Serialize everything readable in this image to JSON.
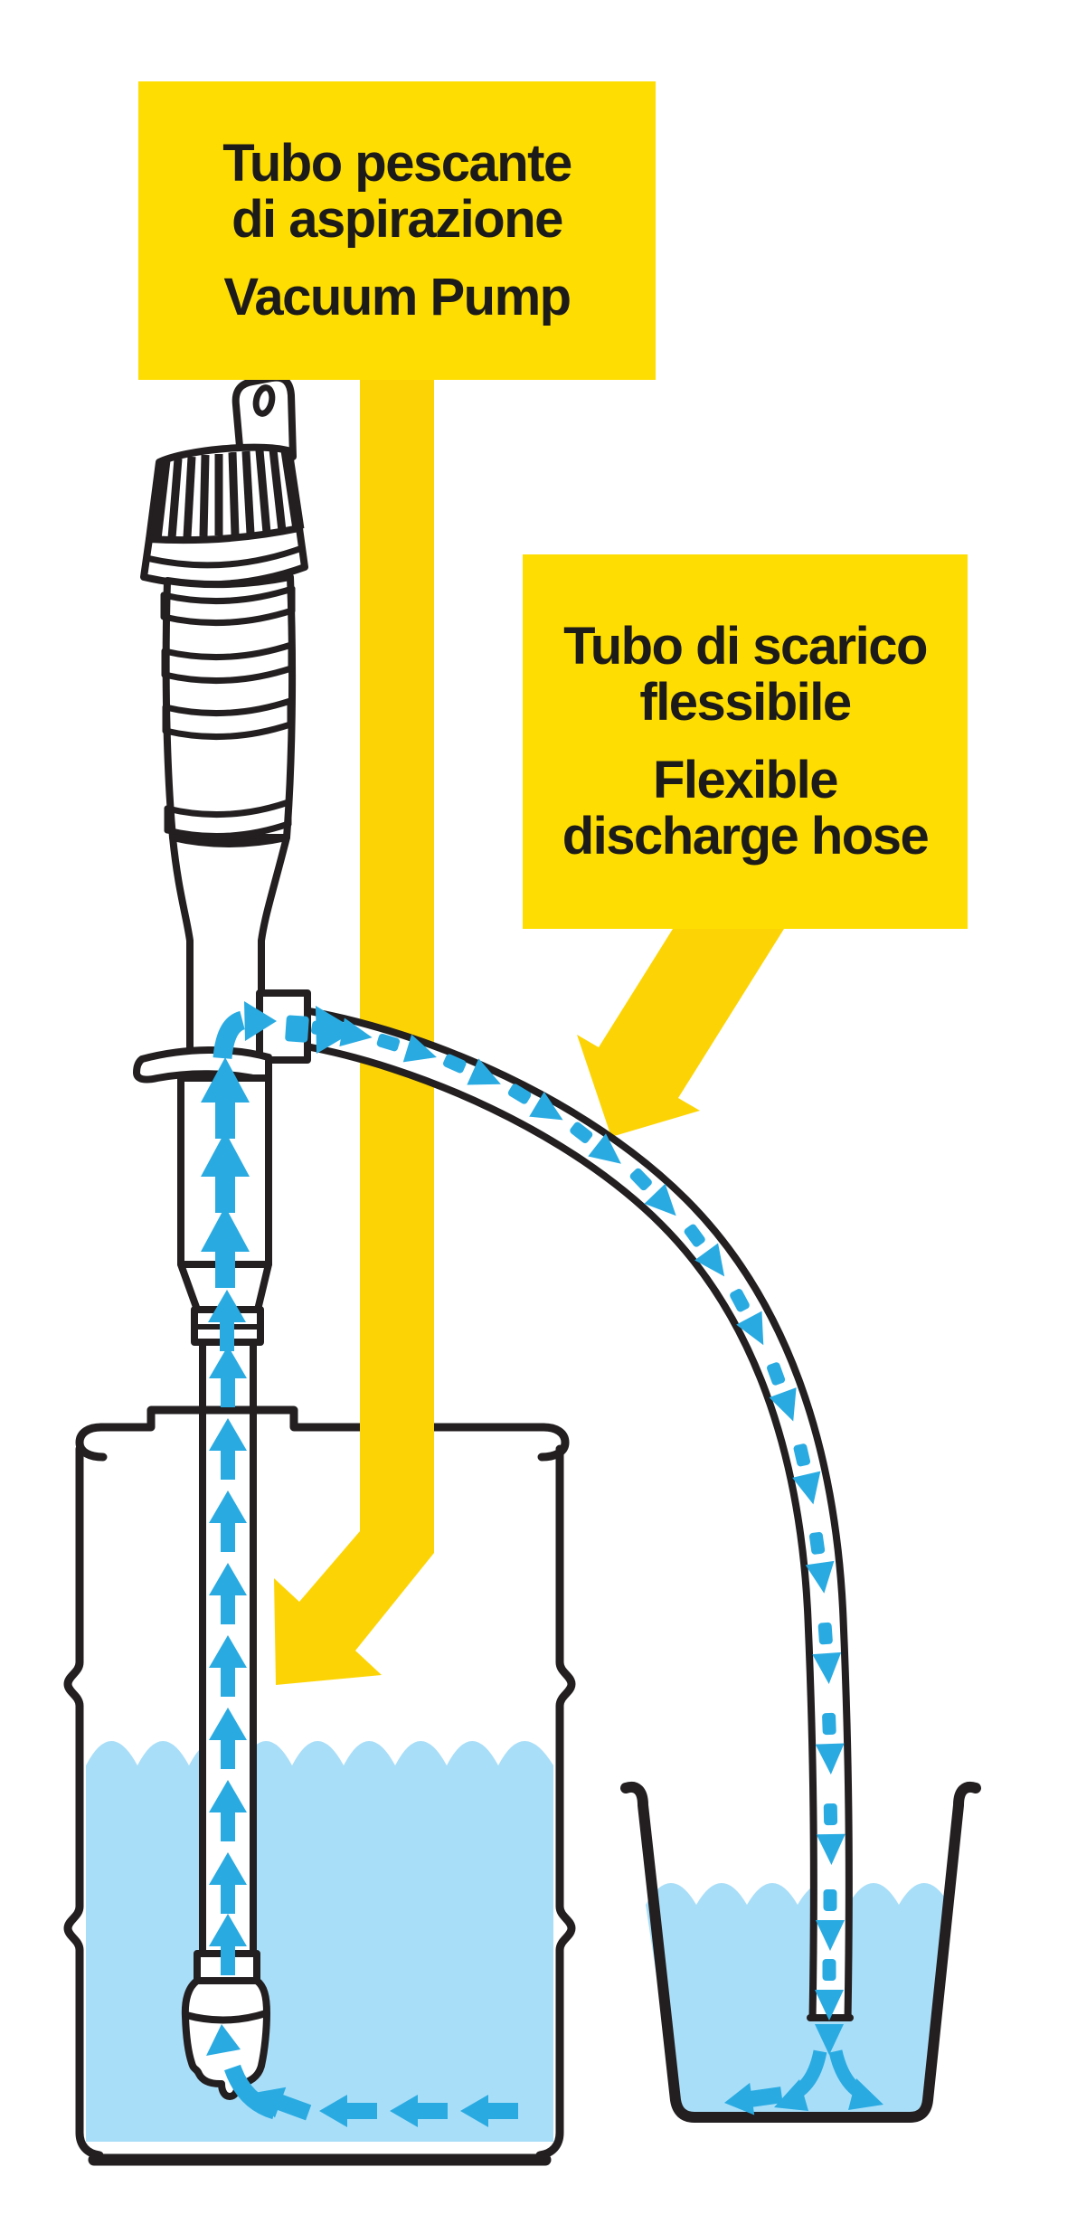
{
  "labels": {
    "suction": {
      "it_line1": "Tubo pescante",
      "it_line2": "di aspirazione",
      "en": "Vacuum Pump"
    },
    "discharge": {
      "it_line1": "Tubo di scarico",
      "it_line2": "flessibile",
      "en_line1": "Flexible",
      "en_line2": "discharge hose"
    }
  },
  "colors": {
    "label_yellow": "#FEDE02",
    "arrow_yellow": "#FCD405",
    "flow_blue": "#29ABE2",
    "water_blue": "#A9DEF8",
    "outline_black": "#231F20",
    "text_black": "#1D1B1A"
  }
}
